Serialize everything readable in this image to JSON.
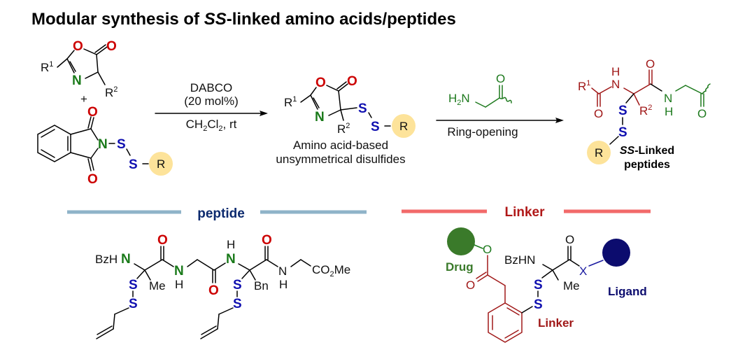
{
  "title": {
    "prefix": "Modular synthesis of ",
    "italic": "SS",
    "suffix": "-linked amino acids/peptides"
  },
  "reaction": {
    "reactant1": {
      "r1": "R",
      "r1_sup": "1",
      "r2": "R",
      "r2_sup": "2",
      "atoms": {
        "o_ring": "O",
        "o_carbonyl": "O",
        "n": "N"
      }
    },
    "plus": "+",
    "reactant2": {
      "atoms": {
        "o_top": "O",
        "o_bottom": "O",
        "n": "N",
        "s1": "S",
        "s2": "S"
      },
      "r": "R"
    },
    "step1": {
      "reagent": "DABCO",
      "loading": "(20 mol%)",
      "solvent_a": "CH",
      "solvent_sub1": "2",
      "solvent_b": "Cl",
      "solvent_sub2": "2",
      "solvent_c": ", rt"
    },
    "intermediate": {
      "r1": "R",
      "r1_sup": "1",
      "r2": "R",
      "r2_sup": "2",
      "atoms": {
        "o_ring": "O",
        "o_carbonyl": "O",
        "n": "N",
        "s1": "S",
        "s2": "S"
      },
      "r": "R",
      "caption_line1": "Amino acid-based",
      "caption_line2": "unsymmetrical disulfides"
    },
    "step2": {
      "reagent_h2n": "H",
      "reagent_h2n_sub": "2",
      "reagent_n": "N",
      "reagent_o": "O",
      "label": "Ring-opening"
    },
    "product": {
      "r1": "R",
      "r1_sup": "1",
      "r2": "R",
      "r2_sup": "2",
      "nh_h": "H",
      "nh_n": "N",
      "o1": "O",
      "o2": "O",
      "o3": "O",
      "n2": "N",
      "h2": "H",
      "s1": "S",
      "s2": "S",
      "r": "R",
      "caption_italic": "SS",
      "caption_line1_rest": "-Linked",
      "caption_line2": "peptides"
    }
  },
  "sections": {
    "peptide": {
      "label": "peptide",
      "line_color": "#8fb3c8",
      "label_color": "#0c2a6e"
    },
    "linker": {
      "label": "Linker",
      "line_color": "#f26a6a",
      "label_color": "#b01818"
    }
  },
  "peptide_example": {
    "bzhn": "BzH",
    "n1": "N",
    "o1": "O",
    "n2": "N",
    "h2": "H",
    "o2": "O",
    "h3": "H",
    "n3": "N",
    "o3": "O",
    "n4": "N",
    "h4": "H",
    "me": "Me",
    "bn": "Bn",
    "s1": "S",
    "s2": "S",
    "s3": "S",
    "s4": "S",
    "ester_a": "CO",
    "ester_sub": "2",
    "ester_b": "Me"
  },
  "linker_example": {
    "drug": "Drug",
    "ligand": "Ligand",
    "linker": "Linker",
    "o_ester": "O",
    "o_carbonyl": "O",
    "bzhn": "BzHN",
    "o_amide": "O",
    "x": "X",
    "me": "Me",
    "s1": "S",
    "s2": "S"
  },
  "colors": {
    "oxygen": "#cc0000",
    "nitrogen": "#1a7a1a",
    "sulfur": "#1010b0",
    "r_group": "#fde39a",
    "drug": "#3a7a2a",
    "ligand": "#0c0c6e",
    "product_red": "#a01818",
    "glycine_green": "#1e7a1e"
  }
}
